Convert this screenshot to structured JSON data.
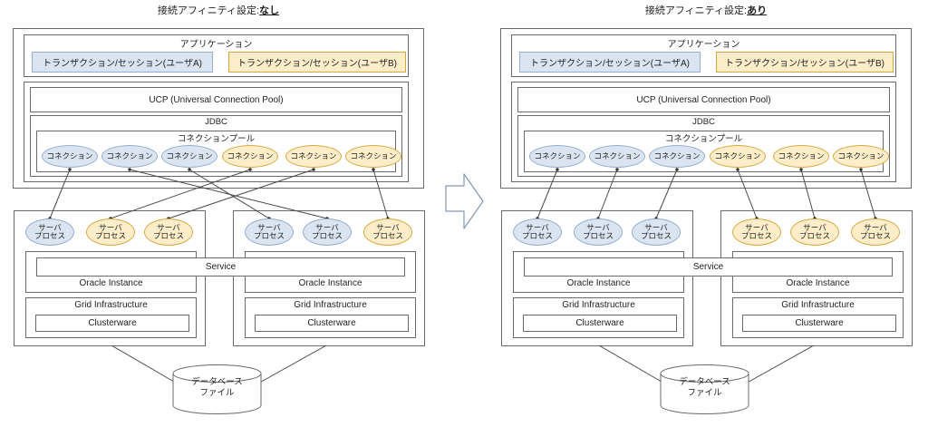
{
  "labels": {
    "application": "アプリケーション",
    "transaction_a": "トランザクション/セッション(ユーザA)",
    "transaction_b": "トランザクション/セッション(ユーザB)",
    "ucp": "UCP (Universal Connection Pool)",
    "jdbc": "JDBC",
    "connection_pool": "コネクションプール",
    "connection": "コネクション",
    "server_process_line1": "サーバ",
    "server_process_line2": "プロセス",
    "service": "Service",
    "oracle_instance": "Oracle Instance",
    "grid_infrastructure": "Grid Infrastructure",
    "clusterware": "Clusterware",
    "database_file_line1": "データベース",
    "database_file_line2": "ファイル"
  },
  "colors": {
    "user_a_fill": "#dbe5f1",
    "user_a_border": "#93aed0",
    "user_b_fill": "#fdeec9",
    "user_b_border": "#d9a841",
    "box_border": "#6a6a6a",
    "connector_line": "#4a4a4a",
    "arrow_border": "#8496b0"
  },
  "left": {
    "title_prefix": "接続アフィニティ設定:",
    "title_setting": "なし",
    "connections": [
      {
        "color": "blue"
      },
      {
        "color": "blue"
      },
      {
        "color": "blue"
      },
      {
        "color": "yellow"
      },
      {
        "color": "yellow"
      },
      {
        "color": "yellow"
      }
    ],
    "server_processes": [
      {
        "color": "blue"
      },
      {
        "color": "yellow"
      },
      {
        "color": "yellow"
      },
      {
        "color": "blue"
      },
      {
        "color": "blue"
      },
      {
        "color": "yellow"
      }
    ],
    "wiring": [
      "1-1",
      "2-5",
      "3-4",
      "4-2",
      "5-3",
      "6-6"
    ]
  },
  "right": {
    "title_prefix": "接続アフィニティ設定:",
    "title_setting": "あり",
    "connections": [
      {
        "color": "blue"
      },
      {
        "color": "blue"
      },
      {
        "color": "blue"
      },
      {
        "color": "yellow"
      },
      {
        "color": "yellow"
      },
      {
        "color": "yellow"
      }
    ],
    "server_processes": [
      {
        "color": "blue"
      },
      {
        "color": "blue"
      },
      {
        "color": "blue"
      },
      {
        "color": "yellow"
      },
      {
        "color": "yellow"
      },
      {
        "color": "yellow"
      }
    ],
    "wiring": [
      "1-1",
      "2-2",
      "3-3",
      "4-4",
      "5-5",
      "6-6"
    ]
  }
}
